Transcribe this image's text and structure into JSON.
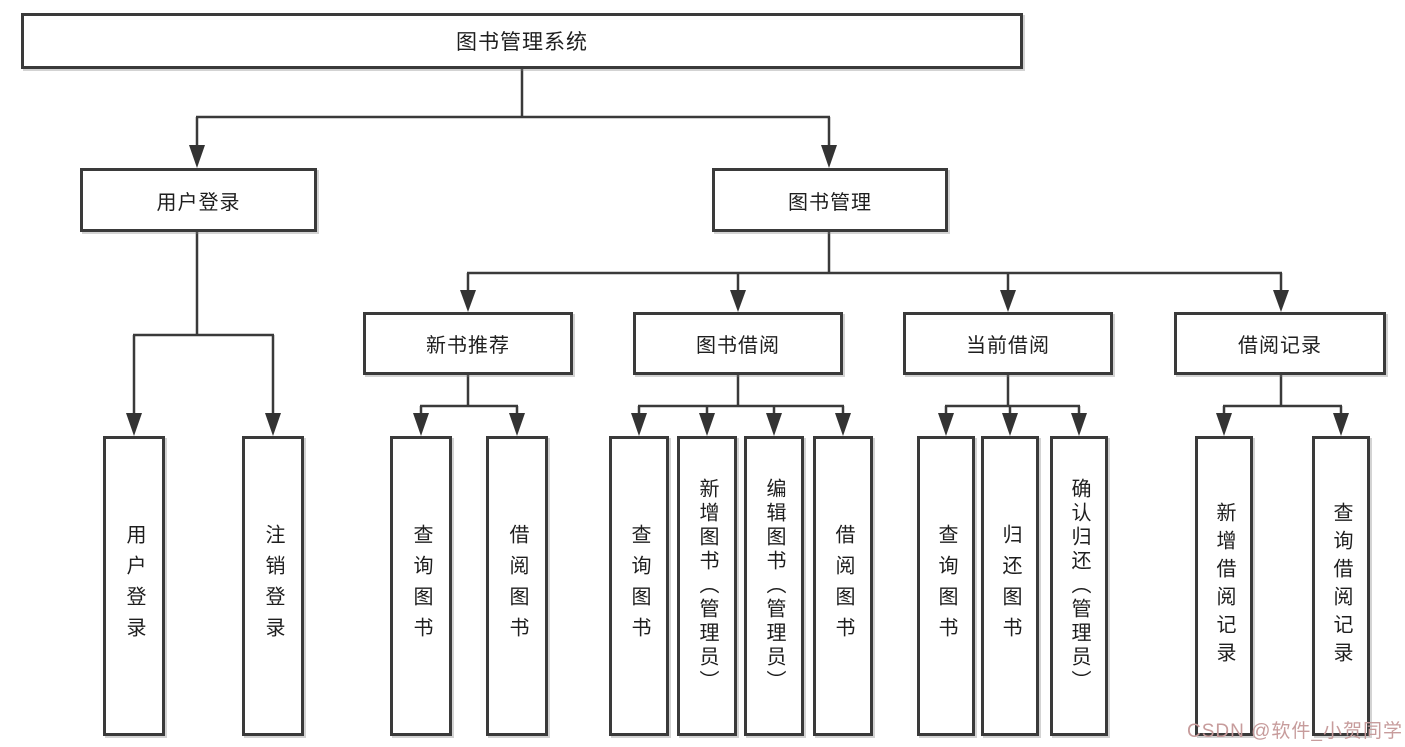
{
  "diagram": {
    "root": {
      "label": "图书管理系统"
    },
    "level2": [
      {
        "label": "用户登录"
      },
      {
        "label": "图书管理"
      }
    ],
    "level3": [
      {
        "label": "新书推荐"
      },
      {
        "label": "图书借阅"
      },
      {
        "label": "当前借阅"
      },
      {
        "label": "借阅记录"
      }
    ],
    "leaves": {
      "user_login": [
        "用户登录",
        "注销登录"
      ],
      "new_books": [
        "查询图书",
        "借阅图书"
      ],
      "book_borrow": [
        "查询图书",
        "新增图书（管理员）",
        "编辑图书（管理员）",
        "借阅图书"
      ],
      "current_borrow": [
        "查询图书",
        "归还图书",
        "确认归还（管理员）"
      ],
      "borrow_records": [
        "新增借阅记录",
        "查询借阅记录"
      ]
    }
  },
  "watermark": {
    "text": "CSDN @软件_小贺同学"
  },
  "colors": {
    "line": "#3a3a3a",
    "box_border": "#3a3a3a",
    "text": "#1e1e1e",
    "watermark": "#c79c9c",
    "background": "#ffffff"
  }
}
